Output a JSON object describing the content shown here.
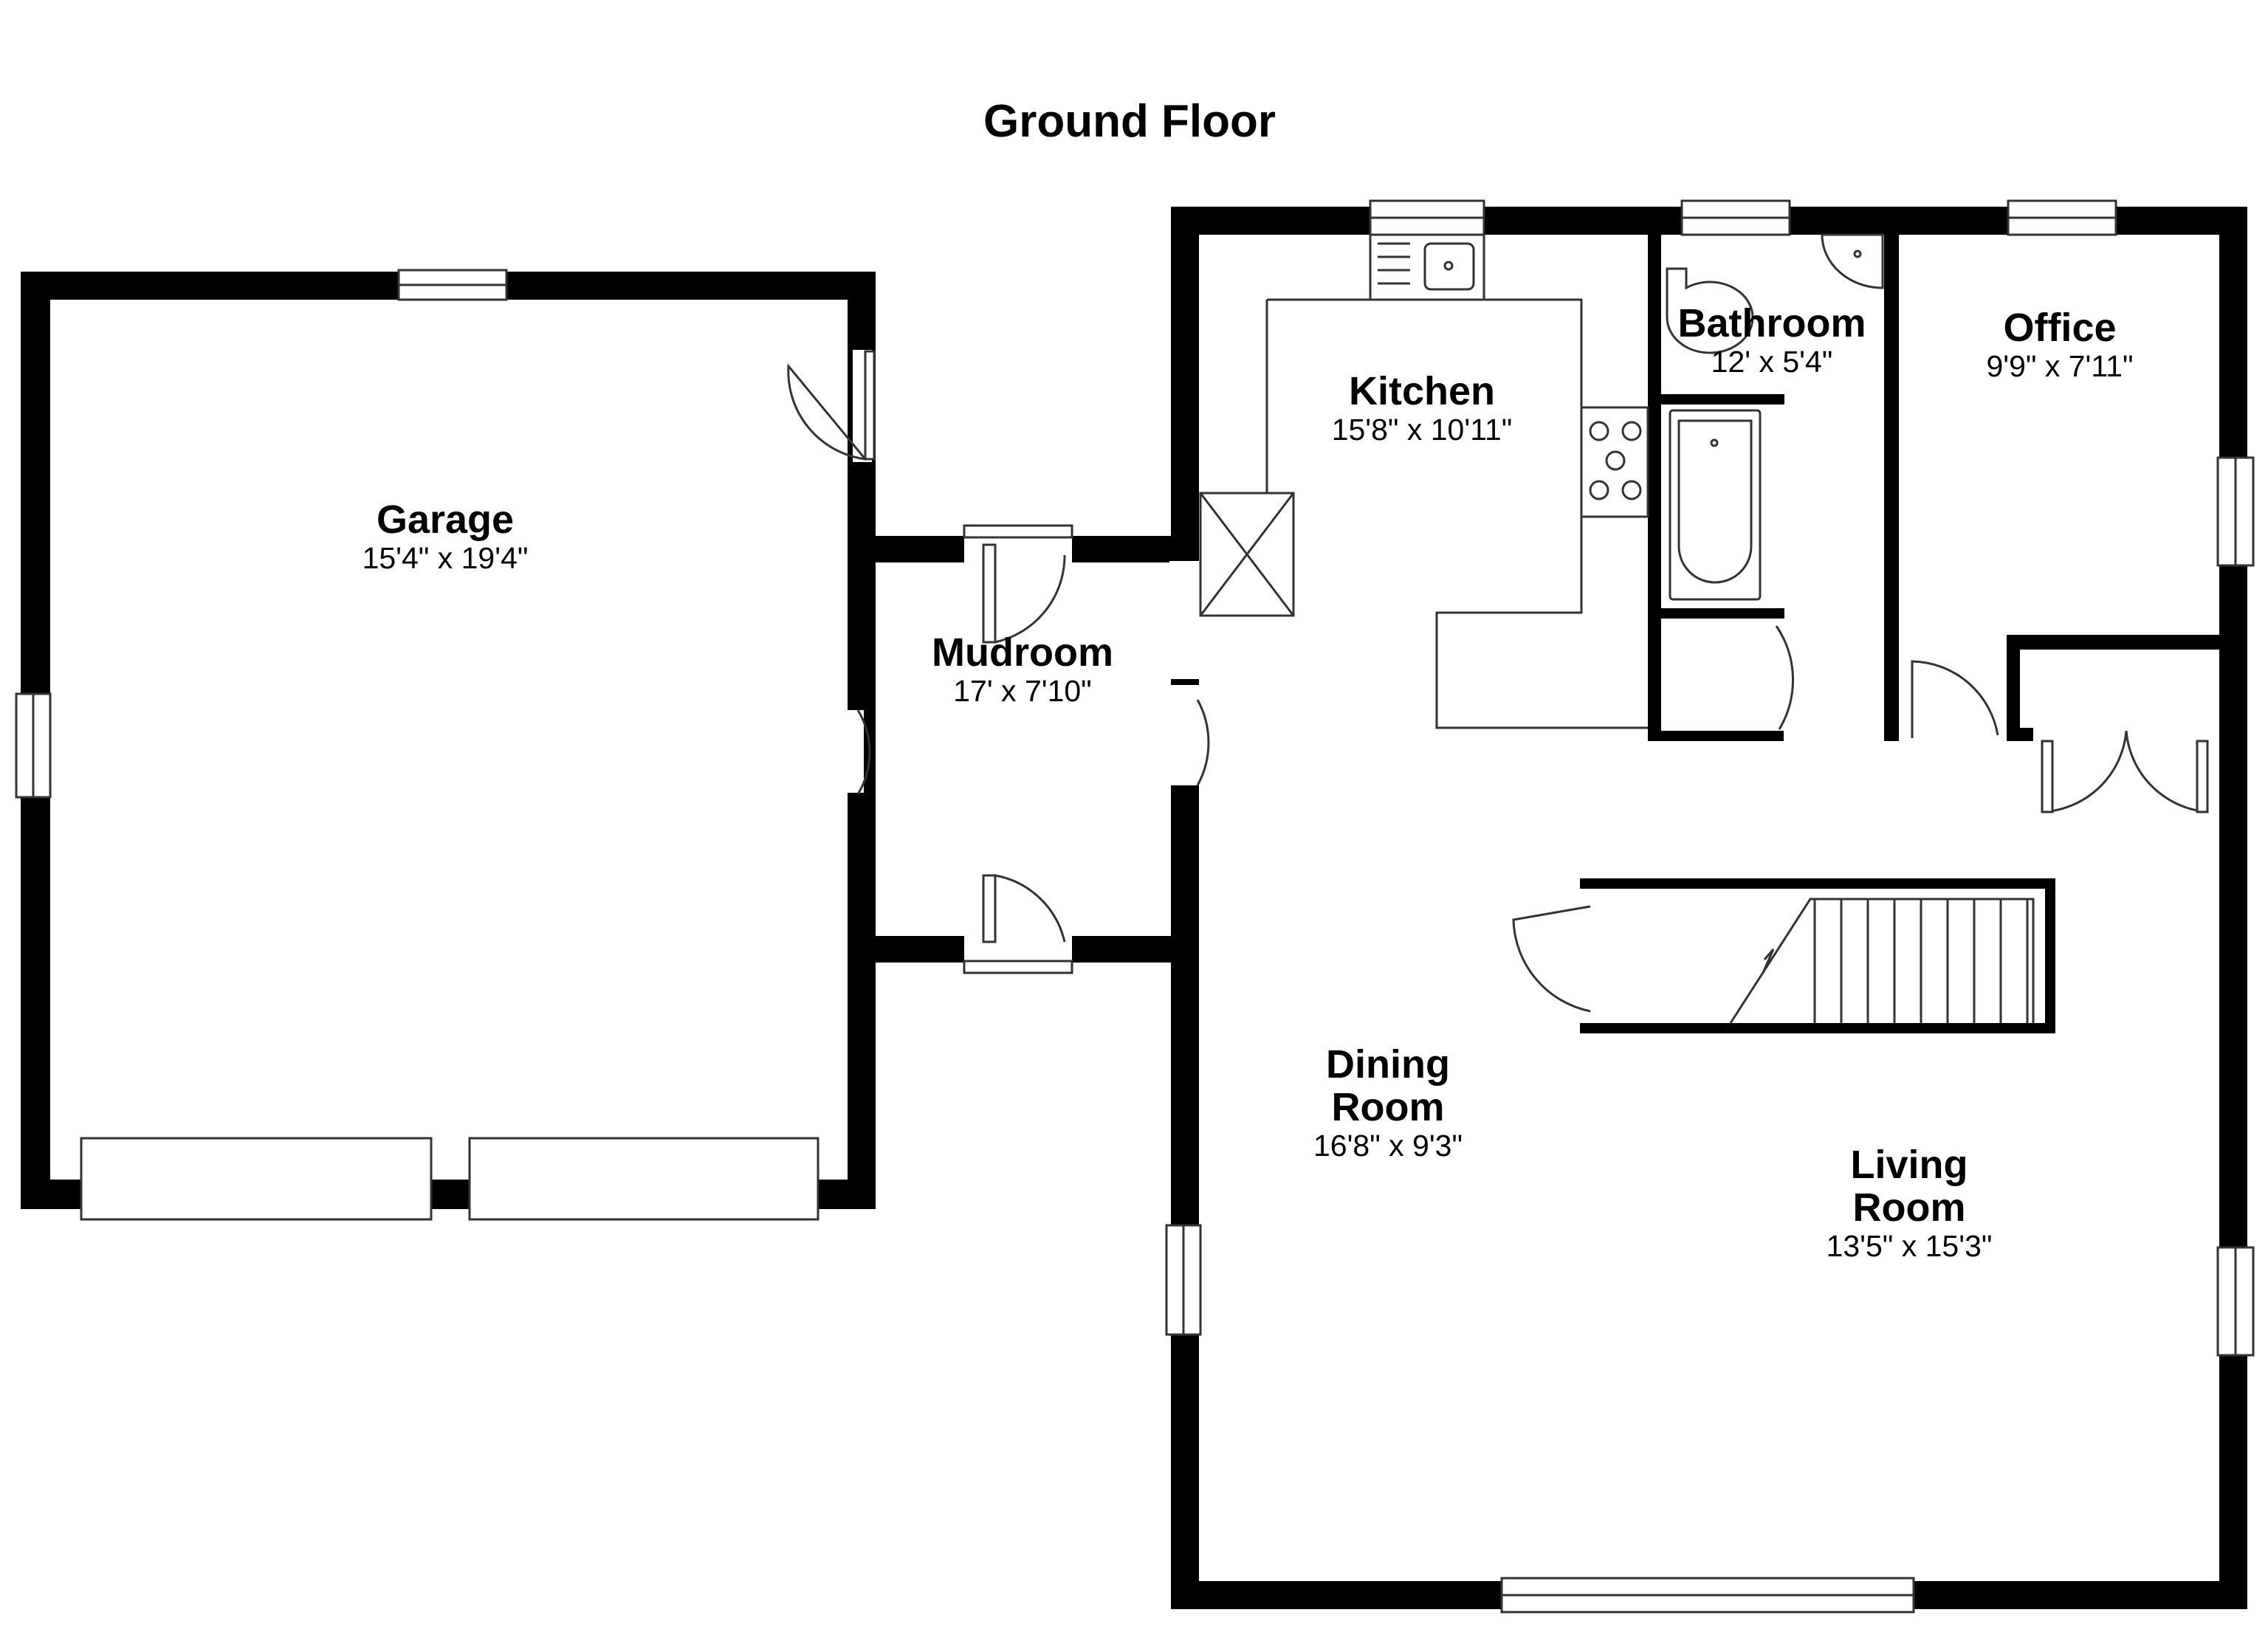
{
  "title": "Ground Floor",
  "rooms": {
    "garage": {
      "name": "Garage",
      "dims": "15'4\" x 19'4\""
    },
    "mudroom": {
      "name": "Mudroom",
      "dims": "17' x 7'10\""
    },
    "kitchen": {
      "name": "Kitchen",
      "dims": "15'8\" x 10'11\""
    },
    "bathroom": {
      "name": "Bathroom",
      "dims": "12' x 5'4\""
    },
    "office": {
      "name": "Office",
      "dims": "9'9\" x 7'11\""
    },
    "dining": {
      "name_line1": "Dining",
      "name_line2": "Room",
      "dims": "16'8\" x 9'3\""
    },
    "living": {
      "name_line1": "Living",
      "name_line2": "Room",
      "dims": "13'5\" x 15'3\""
    }
  }
}
